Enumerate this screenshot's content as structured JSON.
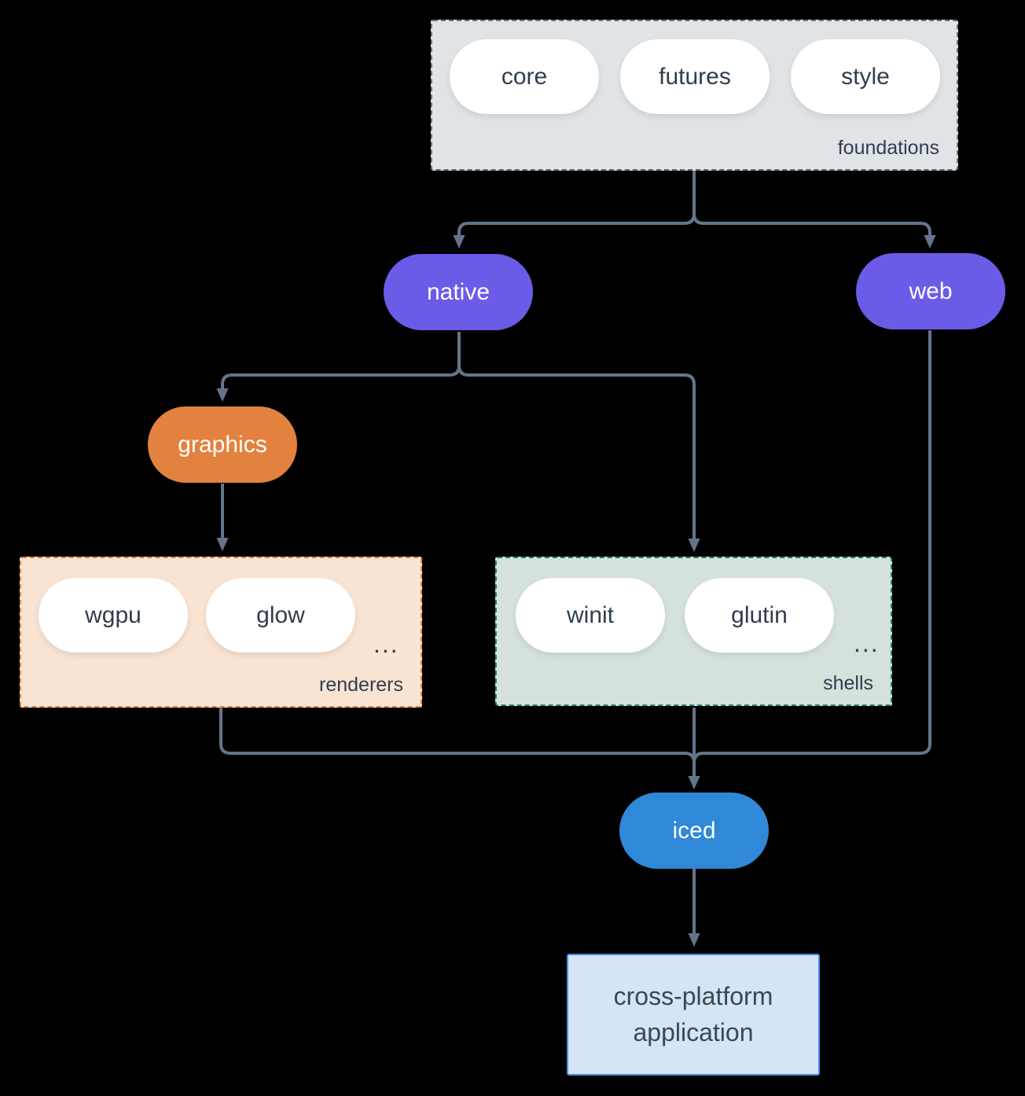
{
  "foundations": {
    "label": "foundations",
    "pills": [
      "core",
      "futures",
      "style"
    ]
  },
  "native": {
    "label": "native"
  },
  "web": {
    "label": "web"
  },
  "graphics": {
    "label": "graphics"
  },
  "renderers": {
    "label": "renderers",
    "pills": [
      "wgpu",
      "glow"
    ],
    "more": "..."
  },
  "shells": {
    "label": "shells",
    "pills": [
      "winit",
      "glutin"
    ],
    "more": "..."
  },
  "iced": {
    "label": "iced"
  },
  "app": {
    "line1": "cross-platform",
    "line2": "application"
  },
  "colors": {
    "wire": "#64748b",
    "ink": "#2f3e4e",
    "purple": "#6b5ce8",
    "orange": "#e2823e",
    "teal": "#23806c",
    "blue": "#2f88d8",
    "foundations-fill": "#e0e4e7",
    "renderers-fill": "#f9e4d3",
    "shells-fill": "#d5e2dc",
    "app-fill": "#d6e4f5",
    "app-border": "#4a90e2"
  }
}
